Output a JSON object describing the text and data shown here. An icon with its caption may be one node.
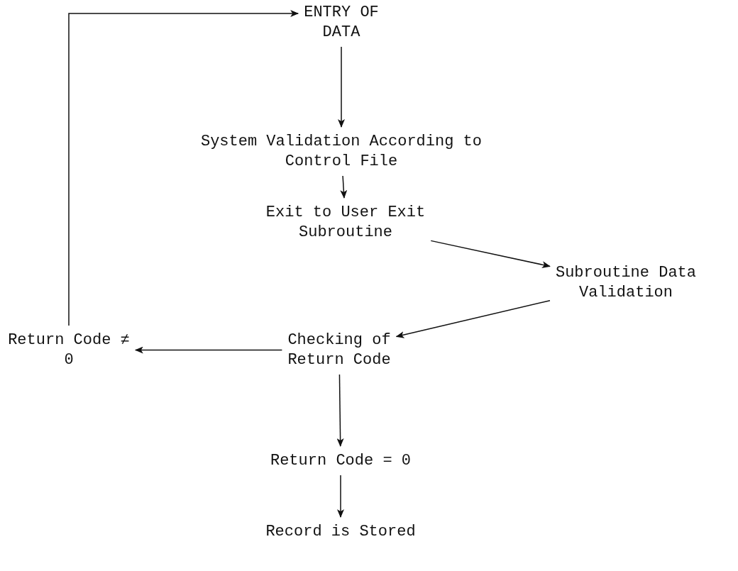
{
  "diagram": {
    "nodes": [
      {
        "text": [
          "ENTRY OF DATA"
        ]
      },
      {
        "text": [
          "System Validation According to Control File"
        ]
      },
      {
        "text": [
          "Exit to User Exit Subroutine"
        ]
      },
      {
        "text": [
          "Subroutine Data Validation"
        ]
      },
      {
        "text": [
          "Checking of Return Code"
        ]
      },
      {
        "text": [
          "Return Code ≠ 0"
        ]
      },
      {
        "text": [
          "Return Code = 0"
        ]
      },
      {
        "text": [
          "Record is Stored"
        ]
      }
    ],
    "edges": [
      {
        "from": 0,
        "to": 1,
        "arrow": "to"
      },
      {
        "from": 1,
        "to": 2,
        "arrow": "to"
      },
      {
        "from": 2,
        "to": 3,
        "arrow": "to"
      },
      {
        "from": 3,
        "to": 4,
        "arrow": "to"
      },
      {
        "from": 4,
        "to": 5,
        "arrow": "to"
      },
      {
        "from": 5,
        "to": 0,
        "arrow": "to"
      },
      {
        "from": 4,
        "to": 6,
        "arrow": "to"
      },
      {
        "from": 6,
        "to": 7,
        "arrow": "to"
      }
    ]
  }
}
